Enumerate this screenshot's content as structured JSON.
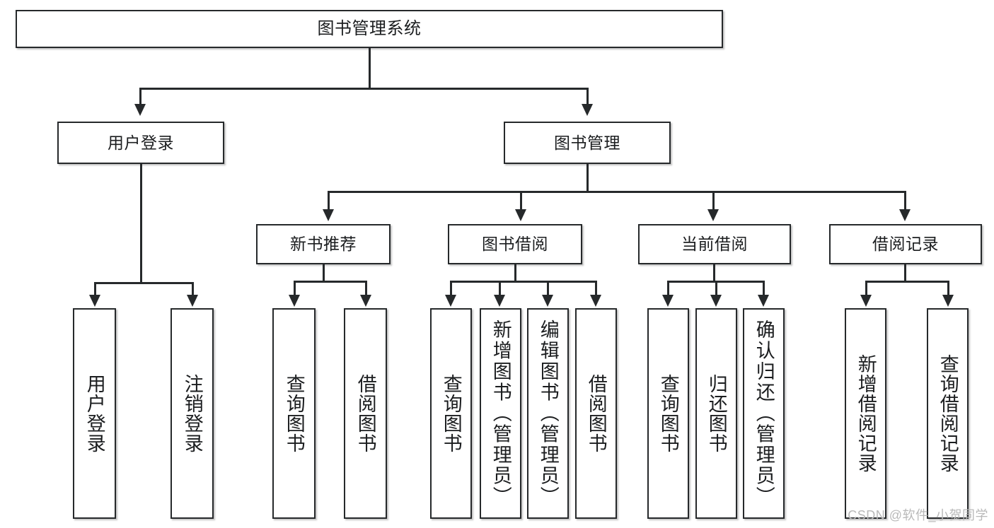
{
  "diagram": {
    "title": "图书管理系统",
    "type": "hierarchy-tree",
    "watermark": "CSDN @软件_小贺同学",
    "colors": {
      "stroke": "#26292b",
      "fill": "#ffffff",
      "text": "#1b1d1f",
      "watermark": "#b9b9b9"
    },
    "nodes": {
      "root": "图书管理系统",
      "level1": [
        "用户登录",
        "图书管理"
      ],
      "level2": [
        "新书推荐",
        "图书借阅",
        "当前借阅",
        "借阅记录"
      ],
      "leaves": {
        "user_login": [
          "用户登录",
          "注销登录"
        ],
        "new_book": [
          "查询图书",
          "借阅图书"
        ],
        "book_borrow": [
          "查询图书",
          "新增图书（管理员）",
          "编辑图书（管理员）",
          "借阅图书"
        ],
        "current_borrow": [
          "查询图书",
          "归还图书",
          "确认归还（管理员）"
        ],
        "borrow_record": [
          "新增借阅记录",
          "查询借阅记录"
        ]
      }
    }
  }
}
